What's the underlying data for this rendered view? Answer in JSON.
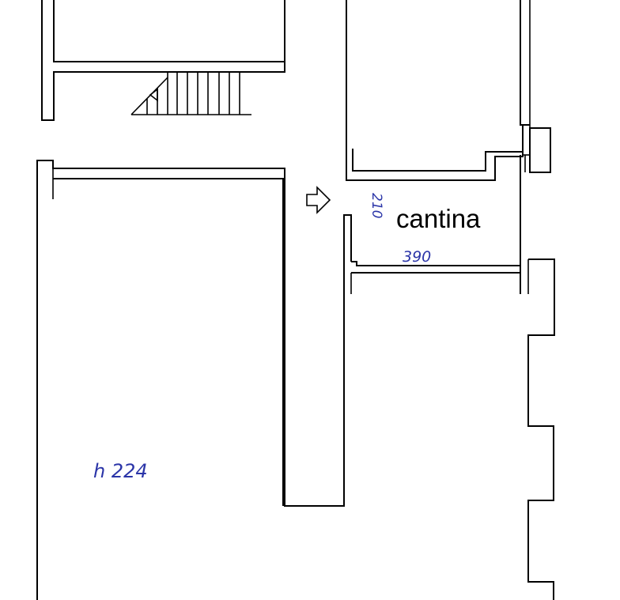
{
  "plan": {
    "rooms": {
      "cellar": {
        "label": "cantina"
      }
    },
    "handwritten": {
      "cellar_width": "390",
      "cellar_depth": "210",
      "room_height": "h 224"
    },
    "colors": {
      "walls": "#000000",
      "handwriting": "#2b35a8",
      "background": "#ffffff"
    },
    "icons": {
      "entrance": "arrow-right-icon",
      "stairs": "staircase-icon",
      "stair_direction": "arrow-left-icon"
    }
  }
}
